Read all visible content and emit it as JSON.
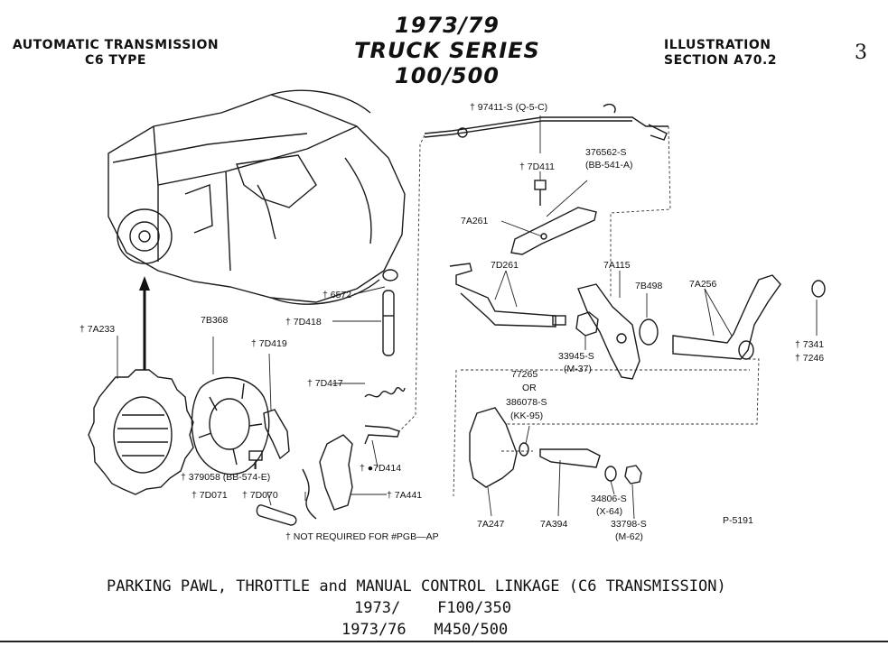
{
  "header": {
    "left_line1": "AUTOMATIC TRANSMISSION",
    "left_line2": "C6 TYPE",
    "center_line1": "1973/79",
    "center_line2": "TRUCK SERIES 100/500",
    "right_line1": "ILLUSTRATION",
    "right_line2": "SECTION A70.2",
    "page_number": "3"
  },
  "labels": {
    "p97411": "† 97411-S (Q-5-C)",
    "p376562": "376562-S",
    "p376562b": "(BB-541-A)",
    "p7D411": "† 7D411",
    "p7A261": "7A261",
    "p7D261": "7D261",
    "p7A115": "7A115",
    "p7B498": "7B498",
    "p7A256": "7A256",
    "p6572": "† 6572",
    "p7D418": "† 7D418",
    "p7B368": "7B368",
    "p7A233": "† 7A233",
    "p7D419": "† 7D419",
    "p33945": "33945-S",
    "p33945b": "(M-37)",
    "p7341": "† 7341",
    "p7246": "† 7246",
    "p77265": "77265",
    "or": "OR",
    "p386078": "386078-S",
    "p386078b": "(KK-95)",
    "p7D417": "† 7D417",
    "p7D414": "† ●7D414",
    "p379058": "† 379058 (BB-574-E)",
    "p7D071": "† 7D071",
    "p7D070": "† 7D070",
    "p7A441": "† 7A441",
    "p34806": "34806-S",
    "p34806b": "(X-64)",
    "p33798": "33798-S",
    "p33798b": "(M-62)",
    "p7A247": "7A247",
    "p7A394": "7A394",
    "pref": "P-5191",
    "footnote": "† NOT REQUIRED FOR #PGB—AP"
  },
  "caption": {
    "line1": "PARKING PAWL, THROTTLE and MANUAL CONTROL LINKAGE (C6 TRANSMISSION)",
    "line2": "1973/    F100/350",
    "line3": "1973/76   M450/500"
  }
}
